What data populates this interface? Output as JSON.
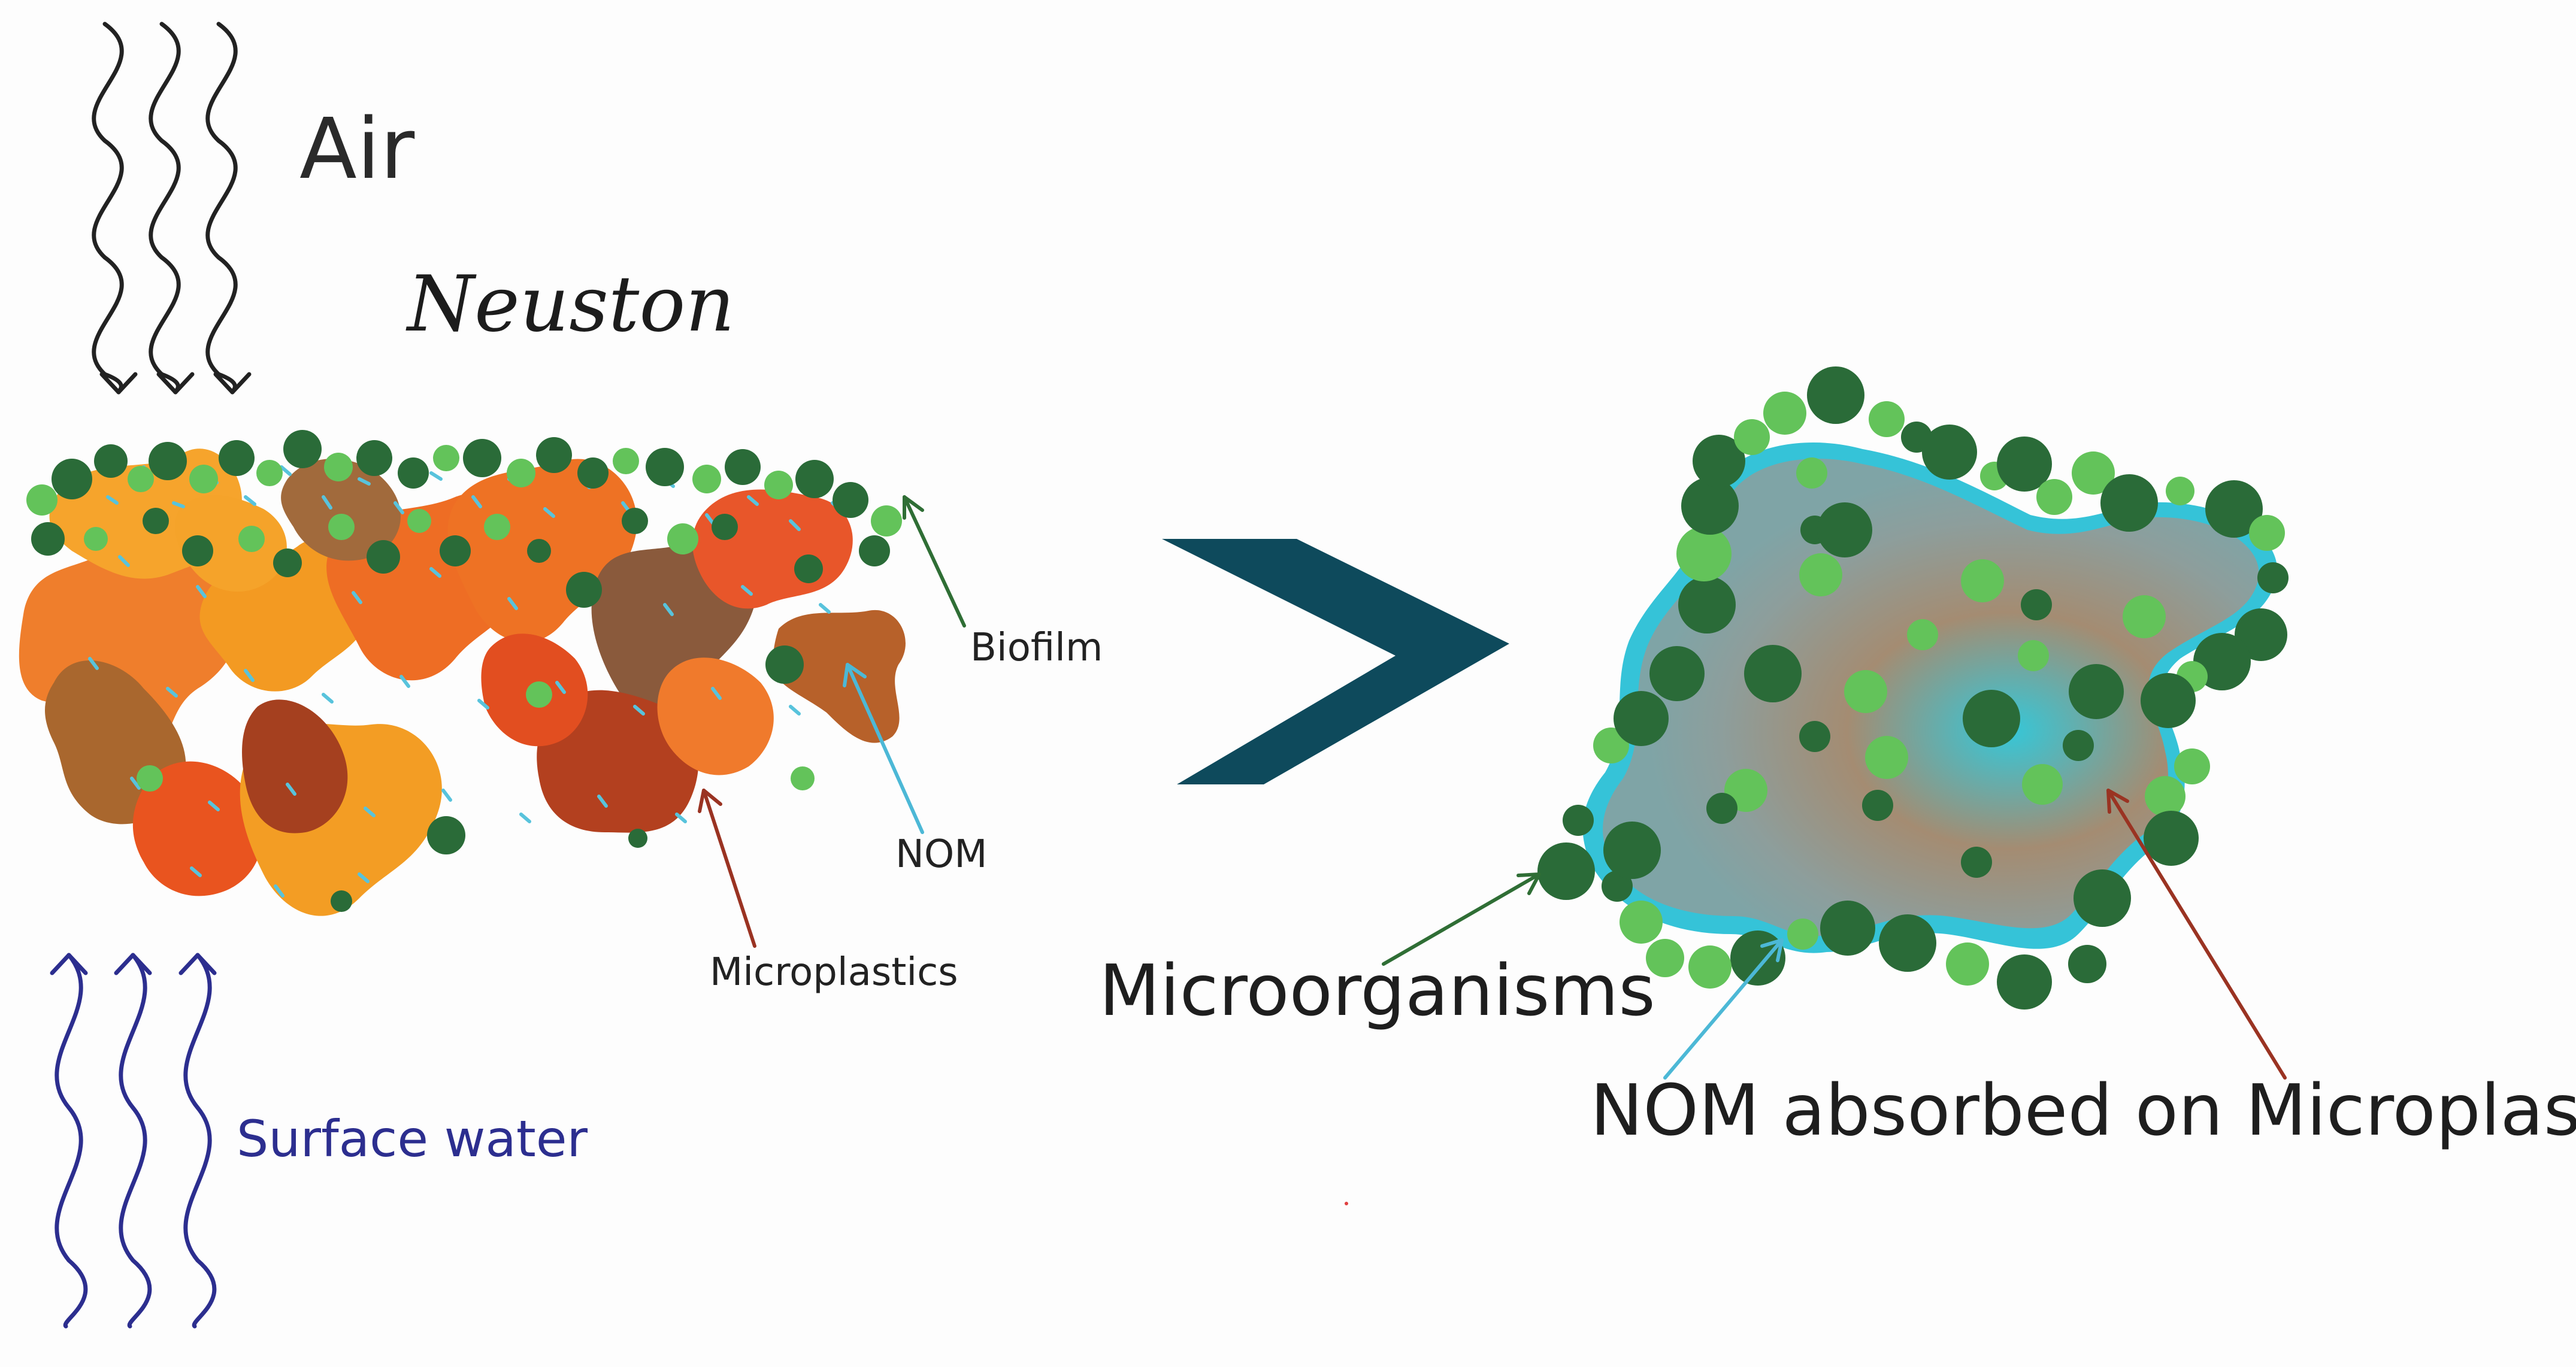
{
  "labels": {
    "air": "Air",
    "neuston": "Neuston",
    "biofilm": "Biofilm",
    "nom": "NOM",
    "microplastics": "Microplastics",
    "surface_water": "Surface water",
    "microorganisms": "Microorganisms",
    "nom_absorbed": "NOM absorbed on Microplastics"
  },
  "colors": {
    "background": "#fdfdfd",
    "air_arrows": "#222222",
    "water_arrows": "#2c2e8f",
    "chevron": "#0e4a5c",
    "microbe_dark": "#2a6b38",
    "microbe_light": "#63c35a",
    "nom": "#38c0d8",
    "plastic_orange": "#ee7a2a",
    "plastic_yellow": "#f4a62a",
    "plastic_brown": "#8a5a3c",
    "plastic_red": "#d85030",
    "arrow_biofilm": "#2f6e35",
    "arrow_nom": "#4cb8d6",
    "arrow_micro": "#9a3322"
  },
  "icons": {
    "air_flow": "wavy-down-arrow-icon",
    "water_flow": "wavy-up-arrow-icon",
    "transition": "chevron-right-icon"
  }
}
